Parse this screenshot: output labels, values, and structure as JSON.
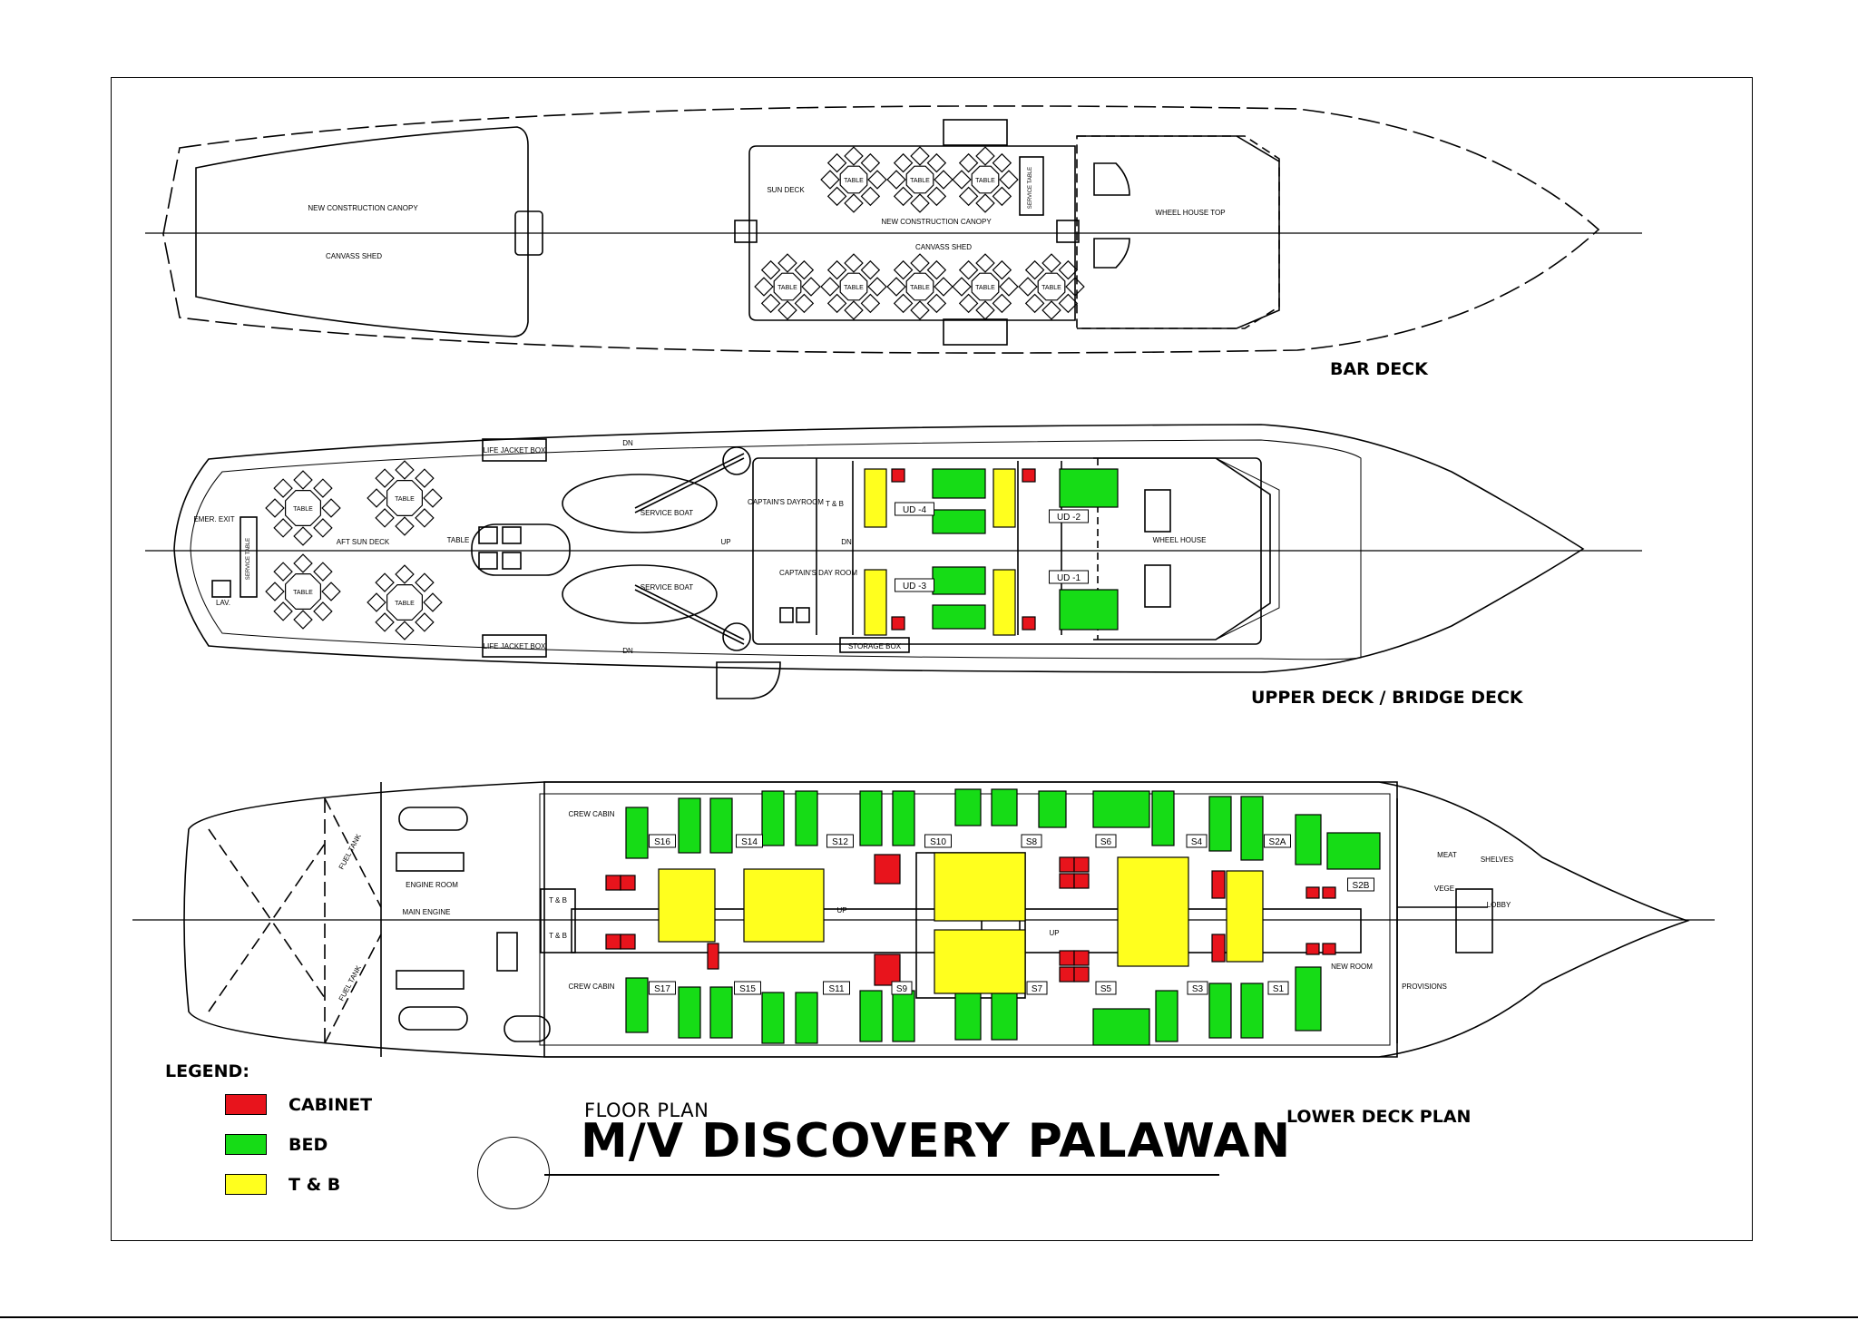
{
  "decks": {
    "bar": {
      "label": "BAR DECK",
      "texts": {
        "canopy_aft": "NEW CONSTRUCTION CANOPY",
        "canvass_aft": "CANVASS SHED",
        "sun_deck": "SUN DECK",
        "canopy_mid": "NEW CONSTRUCTION CANOPY",
        "canvass_mid": "CANVASS SHED",
        "service_table": "SERVICE TABLE",
        "wheel_house_top": "WHEEL HOUSE TOP",
        "table": "TABLE"
      }
    },
    "upper": {
      "label": "UPPER DECK / BRIDGE DECK",
      "texts": {
        "life_jacket_box": "LIFE JACKET BOX",
        "emer_exit": "EMER. EXIT",
        "service_table": "SERVICE TABLE",
        "aft_sun_deck": "AFT SUN DECK",
        "lav": "LAV.",
        "service_boat": "SERVICE BOAT",
        "captains_dayroom": "CAPTAIN'S DAYROOM",
        "captains_day_room": "CAPTAIN'S DAY ROOM",
        "t_and_b": "T & B",
        "storage_box": "STORAGE BOX",
        "wheel_house": "WHEEL HOUSE",
        "up": "UP",
        "dn": "DN",
        "table": "TABLE",
        "rooms": [
          "UD -4",
          "UD -2",
          "UD -3",
          "UD -1"
        ]
      }
    },
    "lower": {
      "label": "LOWER DECK PLAN",
      "texts": {
        "crew_cabin": "CREW CABIN",
        "engine_room": "ENGINE ROOM",
        "main_engine": "MAIN ENGINE",
        "fuel_tank": "FUEL TANK",
        "t_and_b": "T & B",
        "meat": "MEAT",
        "shelves": "SHELVES",
        "lobby": "LOBBY",
        "provisions": "PROVISIONS",
        "veg": "VEGE",
        "new_room": "NEW ROOM",
        "up": "UP",
        "rooms_top": [
          "S16",
          "S14",
          "S12",
          "S10",
          "S8",
          "S6",
          "S4",
          "S2A"
        ],
        "rooms_bottom": [
          "S17",
          "S15",
          "S11",
          "S9",
          "S7",
          "S5",
          "S3",
          "S1"
        ],
        "room_s2b": "S2B"
      }
    }
  },
  "legend": {
    "title": "LEGEND:",
    "items": [
      {
        "label": "CABINET",
        "color": "#e8141c"
      },
      {
        "label": "BED",
        "color": "#16dc16"
      },
      {
        "label": "T & B",
        "color": "#ffff1e"
      }
    ]
  },
  "title_block": {
    "kicker": "FLOOR PLAN",
    "title": "M/V DISCOVERY PALAWAN"
  }
}
